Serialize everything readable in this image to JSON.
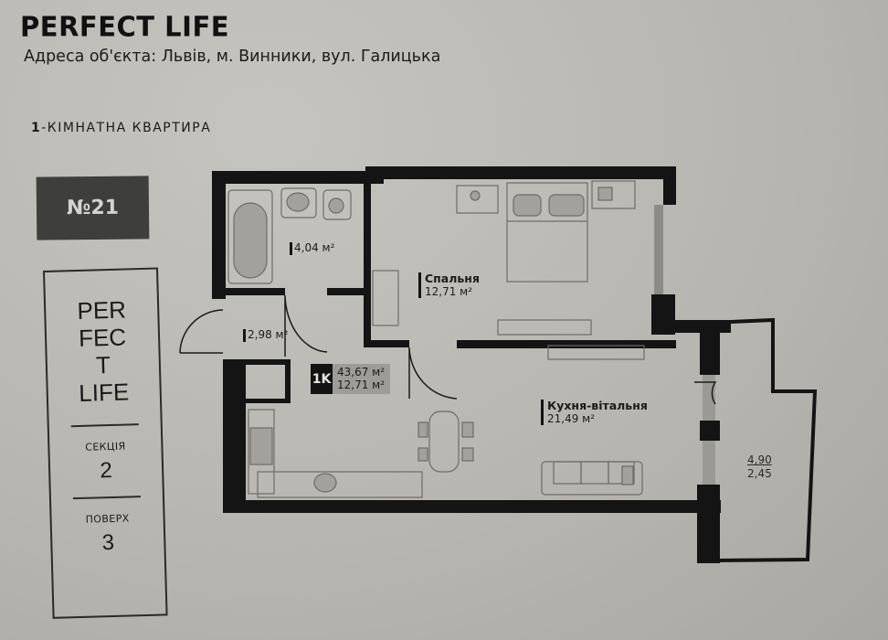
{
  "header": {
    "title": "PERFECT LIFE",
    "address": "Адреса об'єкта: Львів, м. Винники, вул. Галицька",
    "rooms_count": "1",
    "rooms_type": "-КІМНАТНА КВАРТИРА"
  },
  "apartment": {
    "number": "№21",
    "type_code": "1K",
    "total_area": "43,67 м²",
    "living_area": "12,71 м²"
  },
  "info_card": {
    "brand_lines": [
      "PER",
      "FEC",
      "T",
      "LIFE"
    ],
    "section_label": "СЕКЦІЯ",
    "section_value": "2",
    "floor_label": "ПОВЕРХ",
    "floor_value": "3"
  },
  "rooms": [
    {
      "name": "",
      "area": "4,04 м²",
      "id": "bathroom"
    },
    {
      "name": "Спальня",
      "area": "12,71 м²",
      "id": "bedroom"
    },
    {
      "name": "",
      "area": "2,98 м²",
      "id": "hallway"
    },
    {
      "name": "Кухня-вітальня",
      "area": "21,49 м²",
      "id": "kitchen-living"
    }
  ],
  "balcony": {
    "area_total": "4,90",
    "area_reduced": "2,45"
  },
  "colors": {
    "paper": "#b9b7b1",
    "wall": "#141414",
    "badge_bg": "#3e3e3d",
    "area_box_bg": "#9e9c98"
  }
}
